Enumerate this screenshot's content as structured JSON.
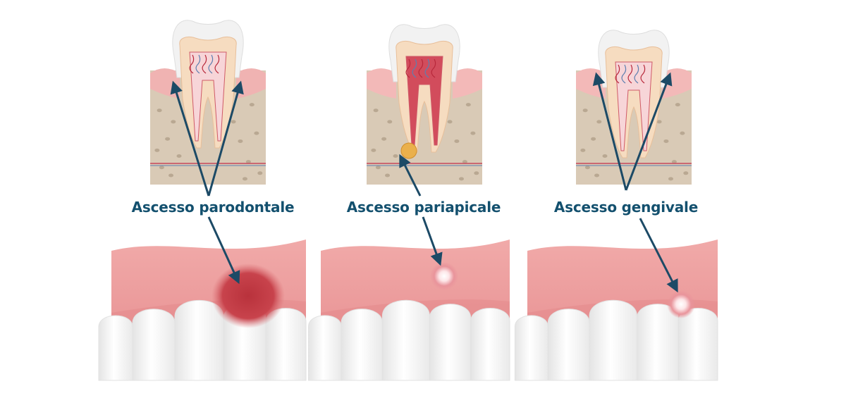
{
  "labels": {
    "periodontal": "Ascesso parodontale",
    "periapical": "Ascesso pariapicale",
    "gingival": "Ascesso gengivale"
  },
  "colors": {
    "label_text": "#13506e",
    "arrow": "#1c4a66",
    "gum": "#eca2a2",
    "gum_dark": "#d77b7b",
    "gum_shadow": "#b55a5a",
    "bone": "#d9cab6",
    "bone_spot": "#b9a892",
    "enamel": "#f2f2f2",
    "dentin": "#f6dcc0",
    "pulp": "#e06d7a",
    "tooth_white": "#fafafa",
    "abscess_red": "#c23c45",
    "pus_yellow": "#eab04c"
  }
}
